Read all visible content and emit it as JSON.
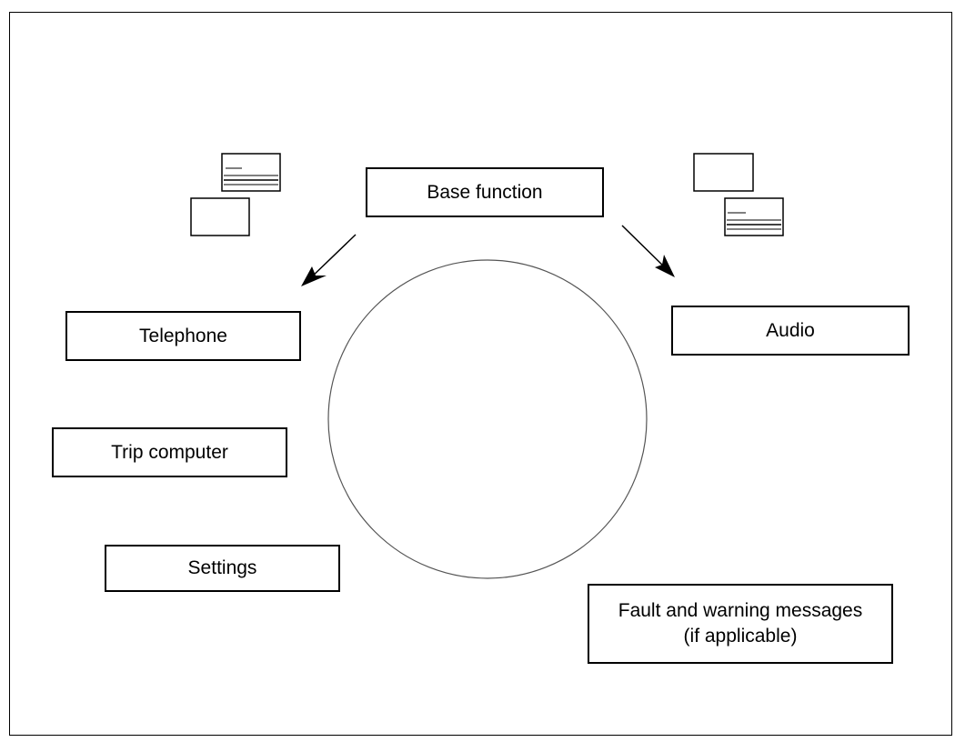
{
  "diagram": {
    "center_box": {
      "label": "Base function"
    },
    "nodes": {
      "telephone": "Telephone",
      "audio": "Audio",
      "trip_computer": "Trip computer",
      "settings": "Settings",
      "fault_messages": {
        "line1": "Fault and warning messages",
        "line2": "(if applicable)"
      }
    },
    "icons": [
      {
        "name": "left-screens-icon"
      },
      {
        "name": "right-screens-icon"
      }
    ],
    "arrows": [
      {
        "name": "left-arrow"
      },
      {
        "name": "right-arrow"
      }
    ]
  }
}
